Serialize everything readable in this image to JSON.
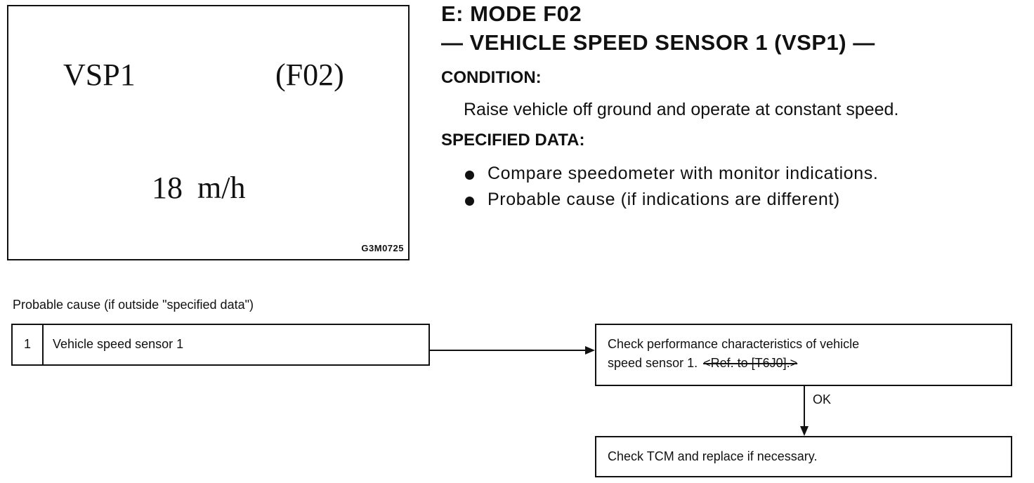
{
  "monitor": {
    "item_name": "VSP1",
    "item_code": "(F02)",
    "value": "18  m/h",
    "figure_id": "G3M0725"
  },
  "section": {
    "title": "E:  MODE F02",
    "subtitle": "— VEHICLE SPEED SENSOR 1 (VSP1) —"
  },
  "condition": {
    "heading": "CONDITION:",
    "text": "Raise vehicle off ground and operate at constant speed."
  },
  "specified_data": {
    "heading": "SPECIFIED DATA:",
    "items": [
      "Compare speedometer with monitor indications.",
      "Probable cause (if indications are different)"
    ]
  },
  "flow": {
    "probable_cause_label": "Probable cause (if outside \"specified data\")",
    "cause": {
      "number": "1",
      "text": "Vehicle speed sensor 1"
    },
    "check1": {
      "line1": "Check performance characteristics of vehicle",
      "line2": "speed sensor 1.",
      "struck_reference": "<Ref. to [T6J0].>"
    },
    "ok_label": "OK",
    "check2": "Check TCM and replace if necessary."
  }
}
